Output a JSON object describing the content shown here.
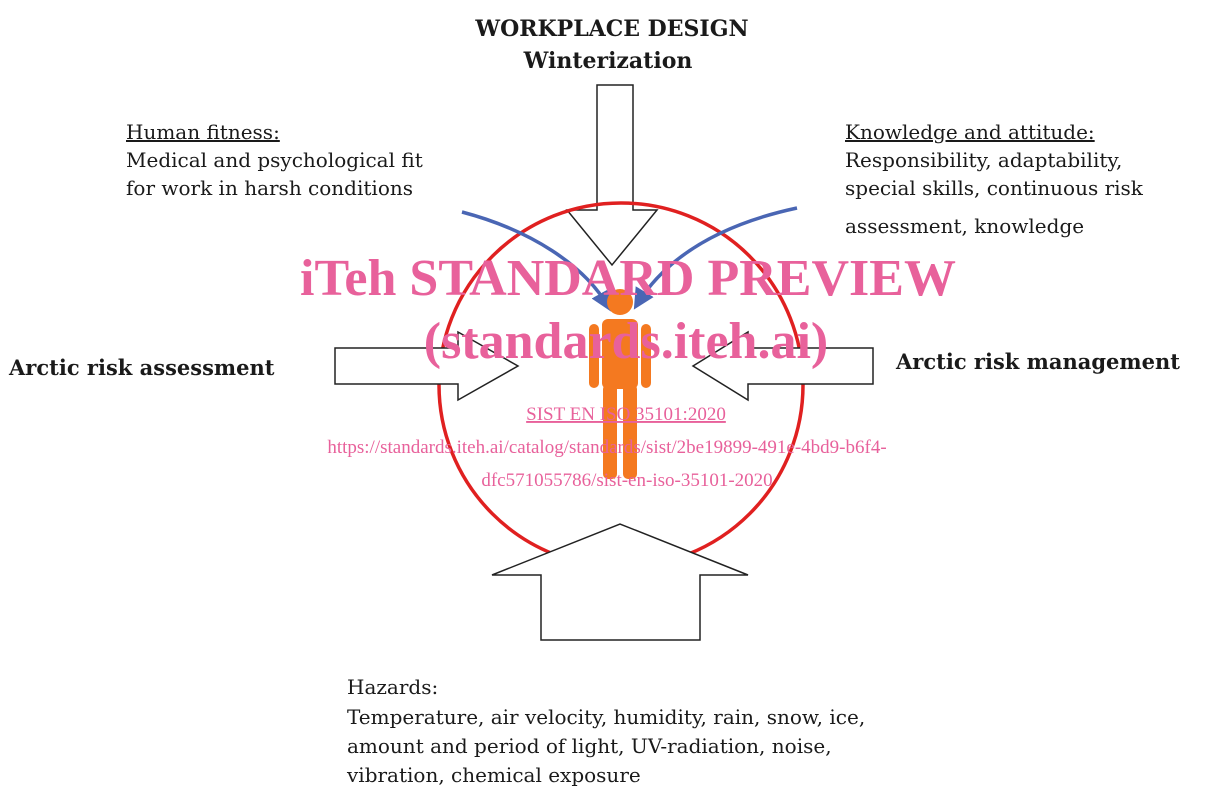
{
  "workplace": {
    "title": "WORKPLACE DESIGN",
    "subtitle": "Winterization"
  },
  "human_fitness": {
    "heading": "Human fitness:",
    "lines": [
      "Medical and psychological fit",
      "for work in harsh conditions"
    ]
  },
  "knowledge": {
    "heading": "Knowledge and attitude:",
    "lines": [
      "Responsibility, adaptability,",
      "special skills, continuous risk",
      "assessment, knowledge"
    ]
  },
  "left_label": "Arctic risk assessment",
  "right_label": "Arctic risk management",
  "hazards": {
    "heading": "Hazards:",
    "lines": [
      "Temperature, air velocity, humidity, rain, snow, ice,",
      "amount and period of light, UV-radiation, noise,",
      "vibration, chemical exposure"
    ]
  },
  "watermark": {
    "line1": "iTeh STANDARD PREVIEW",
    "line2": "(standards.iteh.ai)",
    "code": "SIST EN ISO 35101:2020",
    "url1": "https://standards.iteh.ai/catalog/standards/sist/2be19899-491e-4bd9-b6f4-",
    "url2": "dfc571055786/sist-en-iso-35101-2020"
  },
  "colors": {
    "circle": "#e02020",
    "curved_arrows": "#4a66b4",
    "human": "#f47920",
    "watermark": "#e8619b"
  },
  "icons": {
    "center": "human-figure-icon"
  }
}
